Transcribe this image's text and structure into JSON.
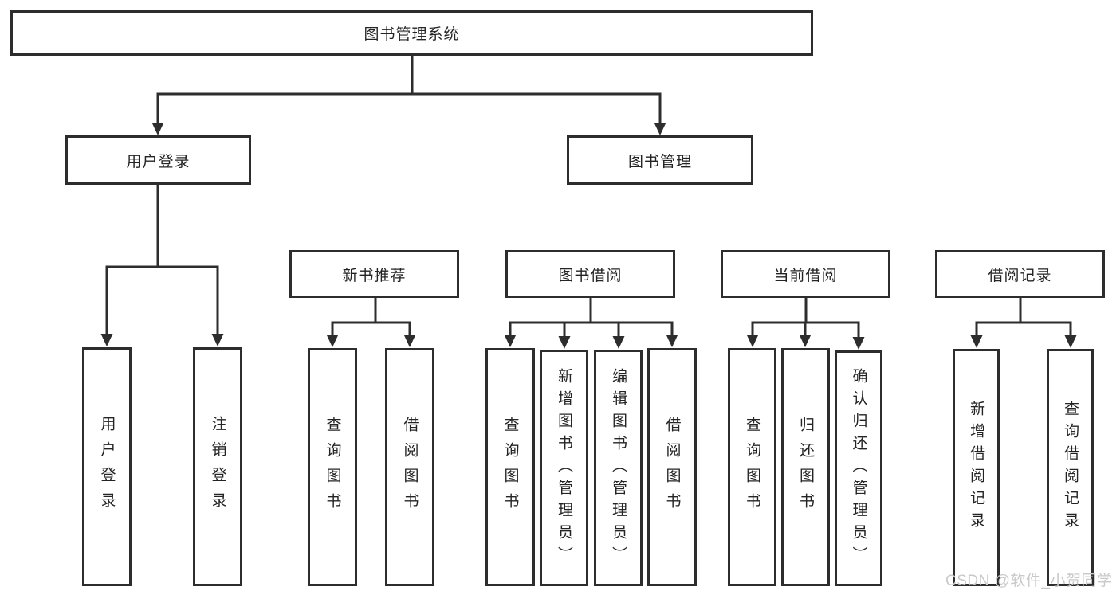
{
  "tree": {
    "label": "图书管理系统",
    "children": [
      {
        "label": "用户登录",
        "children": [
          {
            "label": "用户登录"
          },
          {
            "label": "注销登录"
          }
        ]
      },
      {
        "label": "图书管理",
        "children": [
          {
            "label": "新书推荐",
            "children": [
              {
                "label": "查询图书"
              },
              {
                "label": "借阅图书"
              }
            ]
          },
          {
            "label": "图书借阅",
            "children": [
              {
                "label": "查询图书"
              },
              {
                "label": "新增图书（管理员）"
              },
              {
                "label": "编辑图书（管理员）"
              },
              {
                "label": "借阅图书"
              }
            ]
          },
          {
            "label": "当前借阅",
            "children": [
              {
                "label": "查询图书"
              },
              {
                "label": "归还图书"
              },
              {
                "label": "确认归还（管理员）"
              }
            ]
          },
          {
            "label": "借阅记录",
            "children": [
              {
                "label": "新增借阅记录"
              },
              {
                "label": "查询借阅记录"
              }
            ]
          }
        ]
      }
    ]
  },
  "watermark": {
    "text": "CSDN @软件_小贺同学"
  },
  "colors": {
    "line": "#2d2d2d",
    "text": "#242424",
    "background": "#ffffff",
    "watermark": "#c9c9c9"
  }
}
